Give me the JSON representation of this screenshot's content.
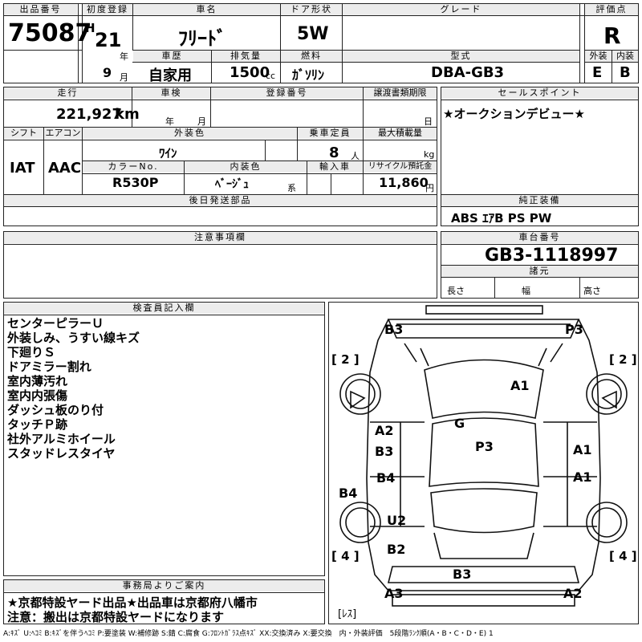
{
  "header": {
    "lot_label": "出品番号",
    "lot_number": "75087",
    "first_reg_label": "初度登録",
    "era": "H",
    "year": "21",
    "year_unit": "年",
    "month": "9",
    "month_unit": "月",
    "car_name_label": "車名",
    "car_name": "ﾌﾘｰﾄﾞ",
    "door_label": "ドア形状",
    "door": "5W",
    "grade_label": "グレード",
    "grade": "",
    "score_label": "評価点",
    "score": "R",
    "history_label": "車歴",
    "history": "自家用",
    "displacement_label": "排気量",
    "displacement": "1500",
    "displacement_unit": "cc",
    "fuel_label": "燃料",
    "fuel": "ｶﾞｿﾘﾝ",
    "model_label": "型式",
    "model": "DBA-GB3",
    "exterior_label": "外装",
    "exterior": "E",
    "interior_label": "内装",
    "interior": "B"
  },
  "details": {
    "mileage_label": "走行",
    "mileage": "221,927",
    "mileage_unit": "km",
    "inspection_label": "車検",
    "inspection_year_unit": "年",
    "inspection_month_unit": "月",
    "reg_no_label": "登録番号",
    "transfer_label": "譲渡書類期限",
    "transfer_day_unit": "日",
    "shift_label": "シフト",
    "shift": "IAT",
    "ac_label": "エアコン",
    "ac": "AAC",
    "color_label": "外装色",
    "color": "ﾜｲﾝ",
    "capacity_label": "乗車定員",
    "capacity": "8",
    "capacity_unit": "人",
    "load_label": "最大積載量",
    "load_unit": "kg",
    "color_no_label": "カラーNo.",
    "color_no": "R530P",
    "interior_color_label": "内装色",
    "interior_color": "ﾍﾞｰｼﾞｭ",
    "interior_color_unit": "系",
    "import_label": "輸入車",
    "recycle_label": "リサイクル預託金",
    "recycle": "11,860",
    "recycle_unit": "円",
    "later_parts_label": "後日発送部品",
    "notes_label": "注意事項欄"
  },
  "sales": {
    "label": "セールスポイント",
    "text": "★オークションデビュー★",
    "equipment_label": "純正装備",
    "equipment": "ABS ｴｱB PS PW",
    "chassis_label": "車台番号",
    "chassis": "GB3-1118997",
    "specs_label": "諸元",
    "length": "長さ",
    "width": "幅",
    "height": "高さ"
  },
  "inspector": {
    "label": "検査員記入欄",
    "notes": [
      "センターピラーＵ",
      "外装しみ、うすい線キズ",
      "下廻りＳ",
      "ドアミラー割れ",
      "室内薄汚れ",
      "室内内張傷",
      "ダッシュ板のり付",
      "タッチＰ跡",
      "社外アルミホイール",
      "スタッドレスタイヤ"
    ]
  },
  "office": {
    "label": "事務局よりご案内",
    "line1": "★京都特設ヤード出品★出品車は京都府八幡市",
    "line2": "注意：搬出は京都特設ヤードになります"
  },
  "diagram": {
    "marks": [
      "B3",
      "P3",
      "A1",
      "G",
      "A2",
      "B3",
      "P3",
      "A1",
      "A1",
      "B4",
      "B4",
      "U2",
      "B2",
      "B3",
      "A3",
      "A2"
    ],
    "tire_left_top": "[ 2 ]",
    "tire_right_top": "[ 2 ]",
    "tire_left_bottom": "[ 4 ]",
    "tire_right_bottom": "[ 4 ]",
    "spare": "[ﾚｽ]"
  },
  "footer": {
    "legend": "A:ｷｽﾞ U:ﾍｺﾐ B:ｷｽﾞを伴うﾍｺﾐ P:要塗装 W:補修跡 S:錆 C:腐食 G:ﾌﾛﾝﾄｶﾞﾗｽ点ｷｽﾞ XX:交換済み X:要交換　内・外装評価　5段階ﾗﾝｸ順(A・B・C・D・E) 1"
  }
}
